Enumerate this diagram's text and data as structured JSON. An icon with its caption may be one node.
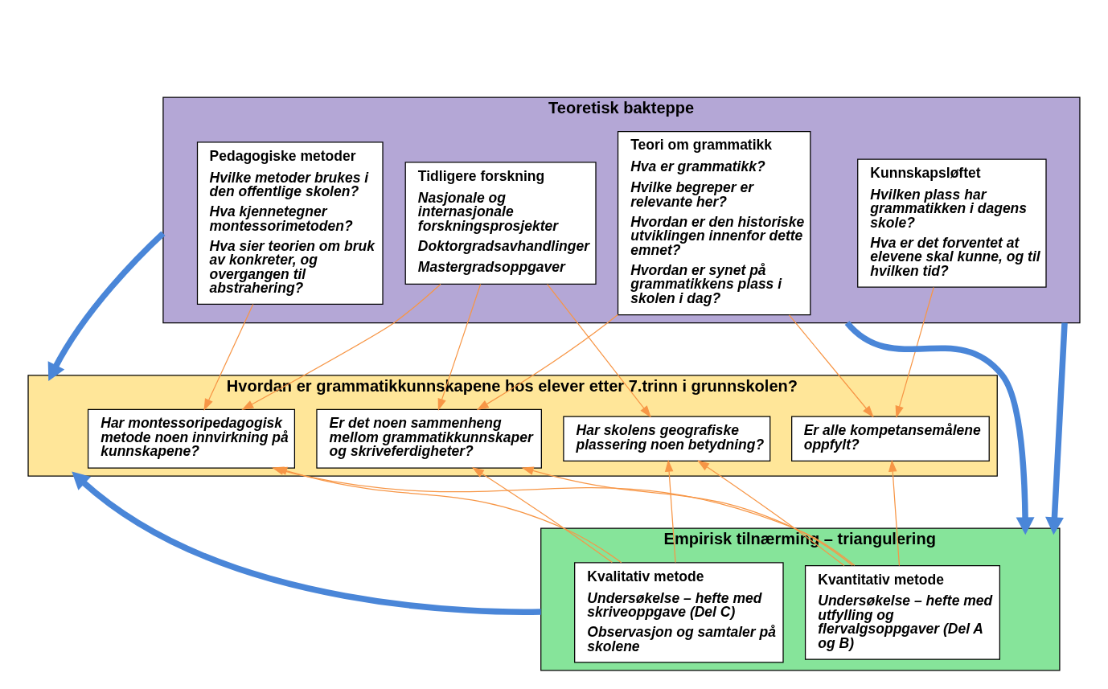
{
  "diagram": {
    "nodes": [
      {
        "text": [
          "Teoretisk bakteppe"
        ]
      },
      {
        "text": [
          "Teori om grammatikk",
          "Hva er grammatikk?",
          "Hvilke begreper er relevante her?",
          "Hvordan er den historiske utviklingen innenfor dette emnet?",
          "Hvordan er synet på grammatikkens plass i skolen i dag?"
        ],
        "in": 0
      },
      {
        "text": [
          "Kunnskapsløftet",
          "Hvilken plass har grammatikken i dagens skole?",
          "Hva er det forventet at elevene skal kunne, og til hvilken tid?"
        ],
        "in": 0
      },
      {
        "text": [
          "Pedagogiske metoder",
          "Hvilke metoder brukes i den offentlige skolen?",
          "Hva kjennetegner montessorimetoden?",
          "Hva sier teorien om bruk av konkreter, og overgangen til abstrahering?"
        ],
        "in": 0
      },
      {
        "text": [
          "Tidligere forskning",
          "Nasjonale og internasjonale forskningsprosjekter",
          "Doktorgradsavhandlinger",
          "Mastergradsoppgaver"
        ],
        "in": 0
      },
      {
        "text": [
          "Hvordan er grammatikkunnskapene hos elever etter 7.trinn i grunnskolen?"
        ]
      },
      {
        "text": [
          "Er alle kompetansemålene oppfylt?"
        ],
        "in": 5
      },
      {
        "text": [
          "Er det noen sammenheng mellom grammatikkunnskaper og skriveferdigheter?"
        ],
        "in": 5
      },
      {
        "text": [
          "Har montessoripedagogisk metode noen innvirkning på kunnskapene?"
        ],
        "in": 5
      },
      {
        "text": [
          "Har skolens geografiske plassering noen betydning?"
        ],
        "in": 5
      },
      {
        "text": [
          "Empirisk tilnærming – triangulering"
        ]
      },
      {
        "text": [
          "Kvantitativ metode",
          "Undersøkelse – hefte med utfylling og flervalgsoppgaver (Del A og B)"
        ],
        "in": 10
      },
      {
        "text": [
          "Kvalitativ metode",
          "Undersøkelse – hefte med skriveoppgave (Del C)",
          "Observasjon og samtaler på skolene"
        ],
        "in": 10
      }
    ],
    "edges": [
      {
        "from": 0,
        "to": 5,
        "arrow": "to",
        "style": "thick",
        "color": "#4a86d8"
      },
      {
        "from": 0,
        "to": 10,
        "arrow": "to",
        "style": "thick",
        "color": "#4a86d8"
      },
      {
        "from": 0,
        "to": 10,
        "arrow": "to",
        "style": "thick",
        "color": "#4a86d8"
      },
      {
        "from": 10,
        "to": 5,
        "arrow": "to",
        "style": "thick",
        "color": "#4a86d8"
      },
      {
        "from": 1,
        "to": 6,
        "arrow": "to"
      },
      {
        "from": 1,
        "to": 7,
        "arrow": "to"
      },
      {
        "from": 2,
        "to": 6,
        "arrow": "to"
      },
      {
        "from": 3,
        "to": 8,
        "arrow": "to"
      },
      {
        "from": 4,
        "to": 7,
        "arrow": "to"
      },
      {
        "from": 4,
        "to": 8,
        "arrow": "to"
      },
      {
        "from": 4,
        "to": 9,
        "arrow": "to"
      },
      {
        "from": 11,
        "to": 6,
        "arrow": "to"
      },
      {
        "from": 11,
        "to": 7,
        "arrow": "to"
      },
      {
        "from": 11,
        "to": 8,
        "arrow": "to"
      },
      {
        "from": 11,
        "to": 9,
        "arrow": "to"
      },
      {
        "from": 12,
        "to": 7,
        "arrow": "to"
      },
      {
        "from": 12,
        "to": 8,
        "arrow": "to"
      },
      {
        "from": 12,
        "to": 9,
        "arrow": "to"
      }
    ]
  }
}
